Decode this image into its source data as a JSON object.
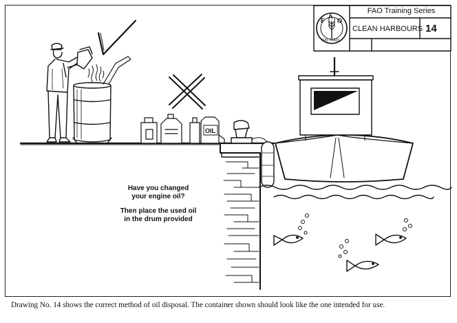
{
  "header": {
    "series": "FAO Training Series",
    "title": "CLEAN HARBOURS",
    "number": "14",
    "logo_text": "FAO",
    "logo_motto": "FIAT PANIS"
  },
  "illustration": {
    "question_lines": [
      "Have you changed",
      "your engine oil?"
    ],
    "instruction_lines": [
      "Then place the used oil",
      "in the drum provided"
    ],
    "oil_can_label": "OIL",
    "correct_mark_icon": "checkmark-icon",
    "wrong_mark_icon": "x-mark-icon"
  },
  "caption": "Drawing No. 14 shows the correct method of oil disposal. The container shown should look like the one intended for use."
}
